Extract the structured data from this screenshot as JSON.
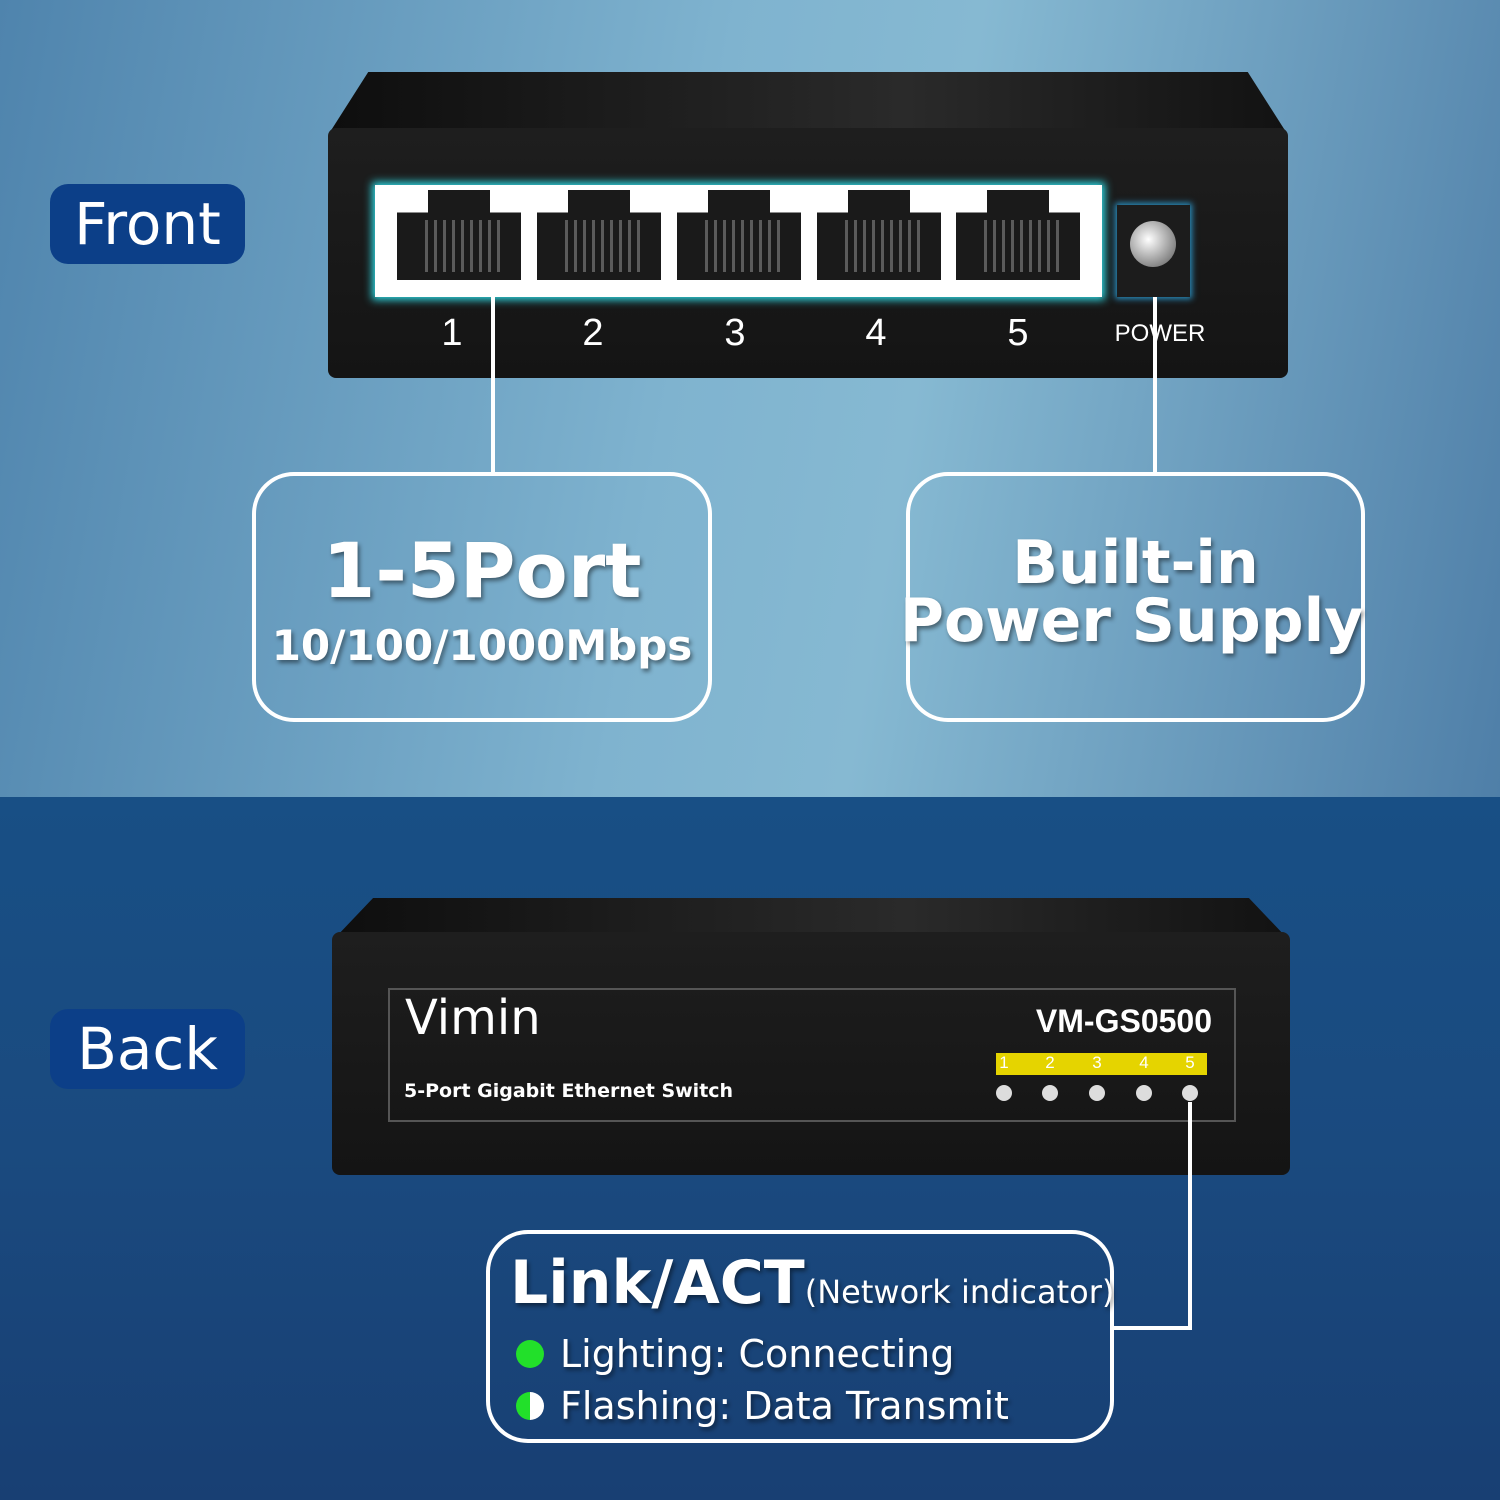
{
  "front": {
    "tag": "Front",
    "ports": [
      "1",
      "2",
      "3",
      "4",
      "5"
    ],
    "power_label": "POWER",
    "callout_ports": {
      "title": "1-5Port",
      "subtitle": "10/100/1000Mbps"
    },
    "callout_power": {
      "line1": "Built-in",
      "line2": "Power Supply"
    }
  },
  "back": {
    "tag": "Back",
    "brand": "Vimin",
    "model": "VM-GS0500",
    "description": "5-Port Gigabit Ethernet Switch",
    "led_numbers": [
      "1",
      "2",
      "3",
      "4",
      "5"
    ],
    "callout": {
      "title": "Link/ACT",
      "title_note": "(Network indicator)",
      "items": [
        {
          "text": "Lighting: Connecting",
          "icon": "solid-green-dot"
        },
        {
          "text": "Flashing: Data Transmit",
          "icon": "half-green-dot"
        }
      ]
    }
  },
  "colors": {
    "tag_bg": "#0c3f88",
    "led_green": "#22e02a",
    "led_strip": "#e5d400",
    "port_glow": "#2fd6e0"
  }
}
